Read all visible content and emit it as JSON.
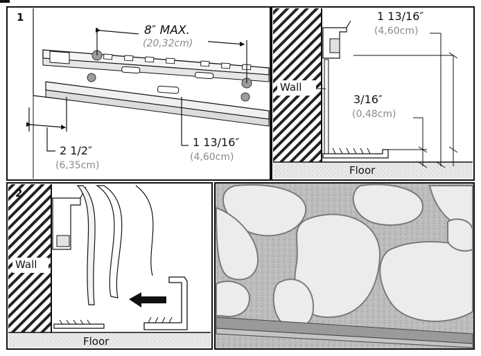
{
  "panel1": {
    "number": "1",
    "max_spacing": "8″ MAX.",
    "max_spacing_metric": "(20,32cm)",
    "side_offset": "2 1/2″",
    "side_offset_metric": "(6,35cm)",
    "height": "1 13/16″",
    "height_metric": "(4,60cm)"
  },
  "panel_side": {
    "height": "1 13/16″",
    "height_metric": "(4,60cm)",
    "gap": "3/16″",
    "gap_metric": "(0,48cm)",
    "wall_label": "Wall",
    "floor_label": "Floor"
  },
  "panel2": {
    "number": "2",
    "wall_label": "Wall",
    "floor_label": "Floor"
  }
}
